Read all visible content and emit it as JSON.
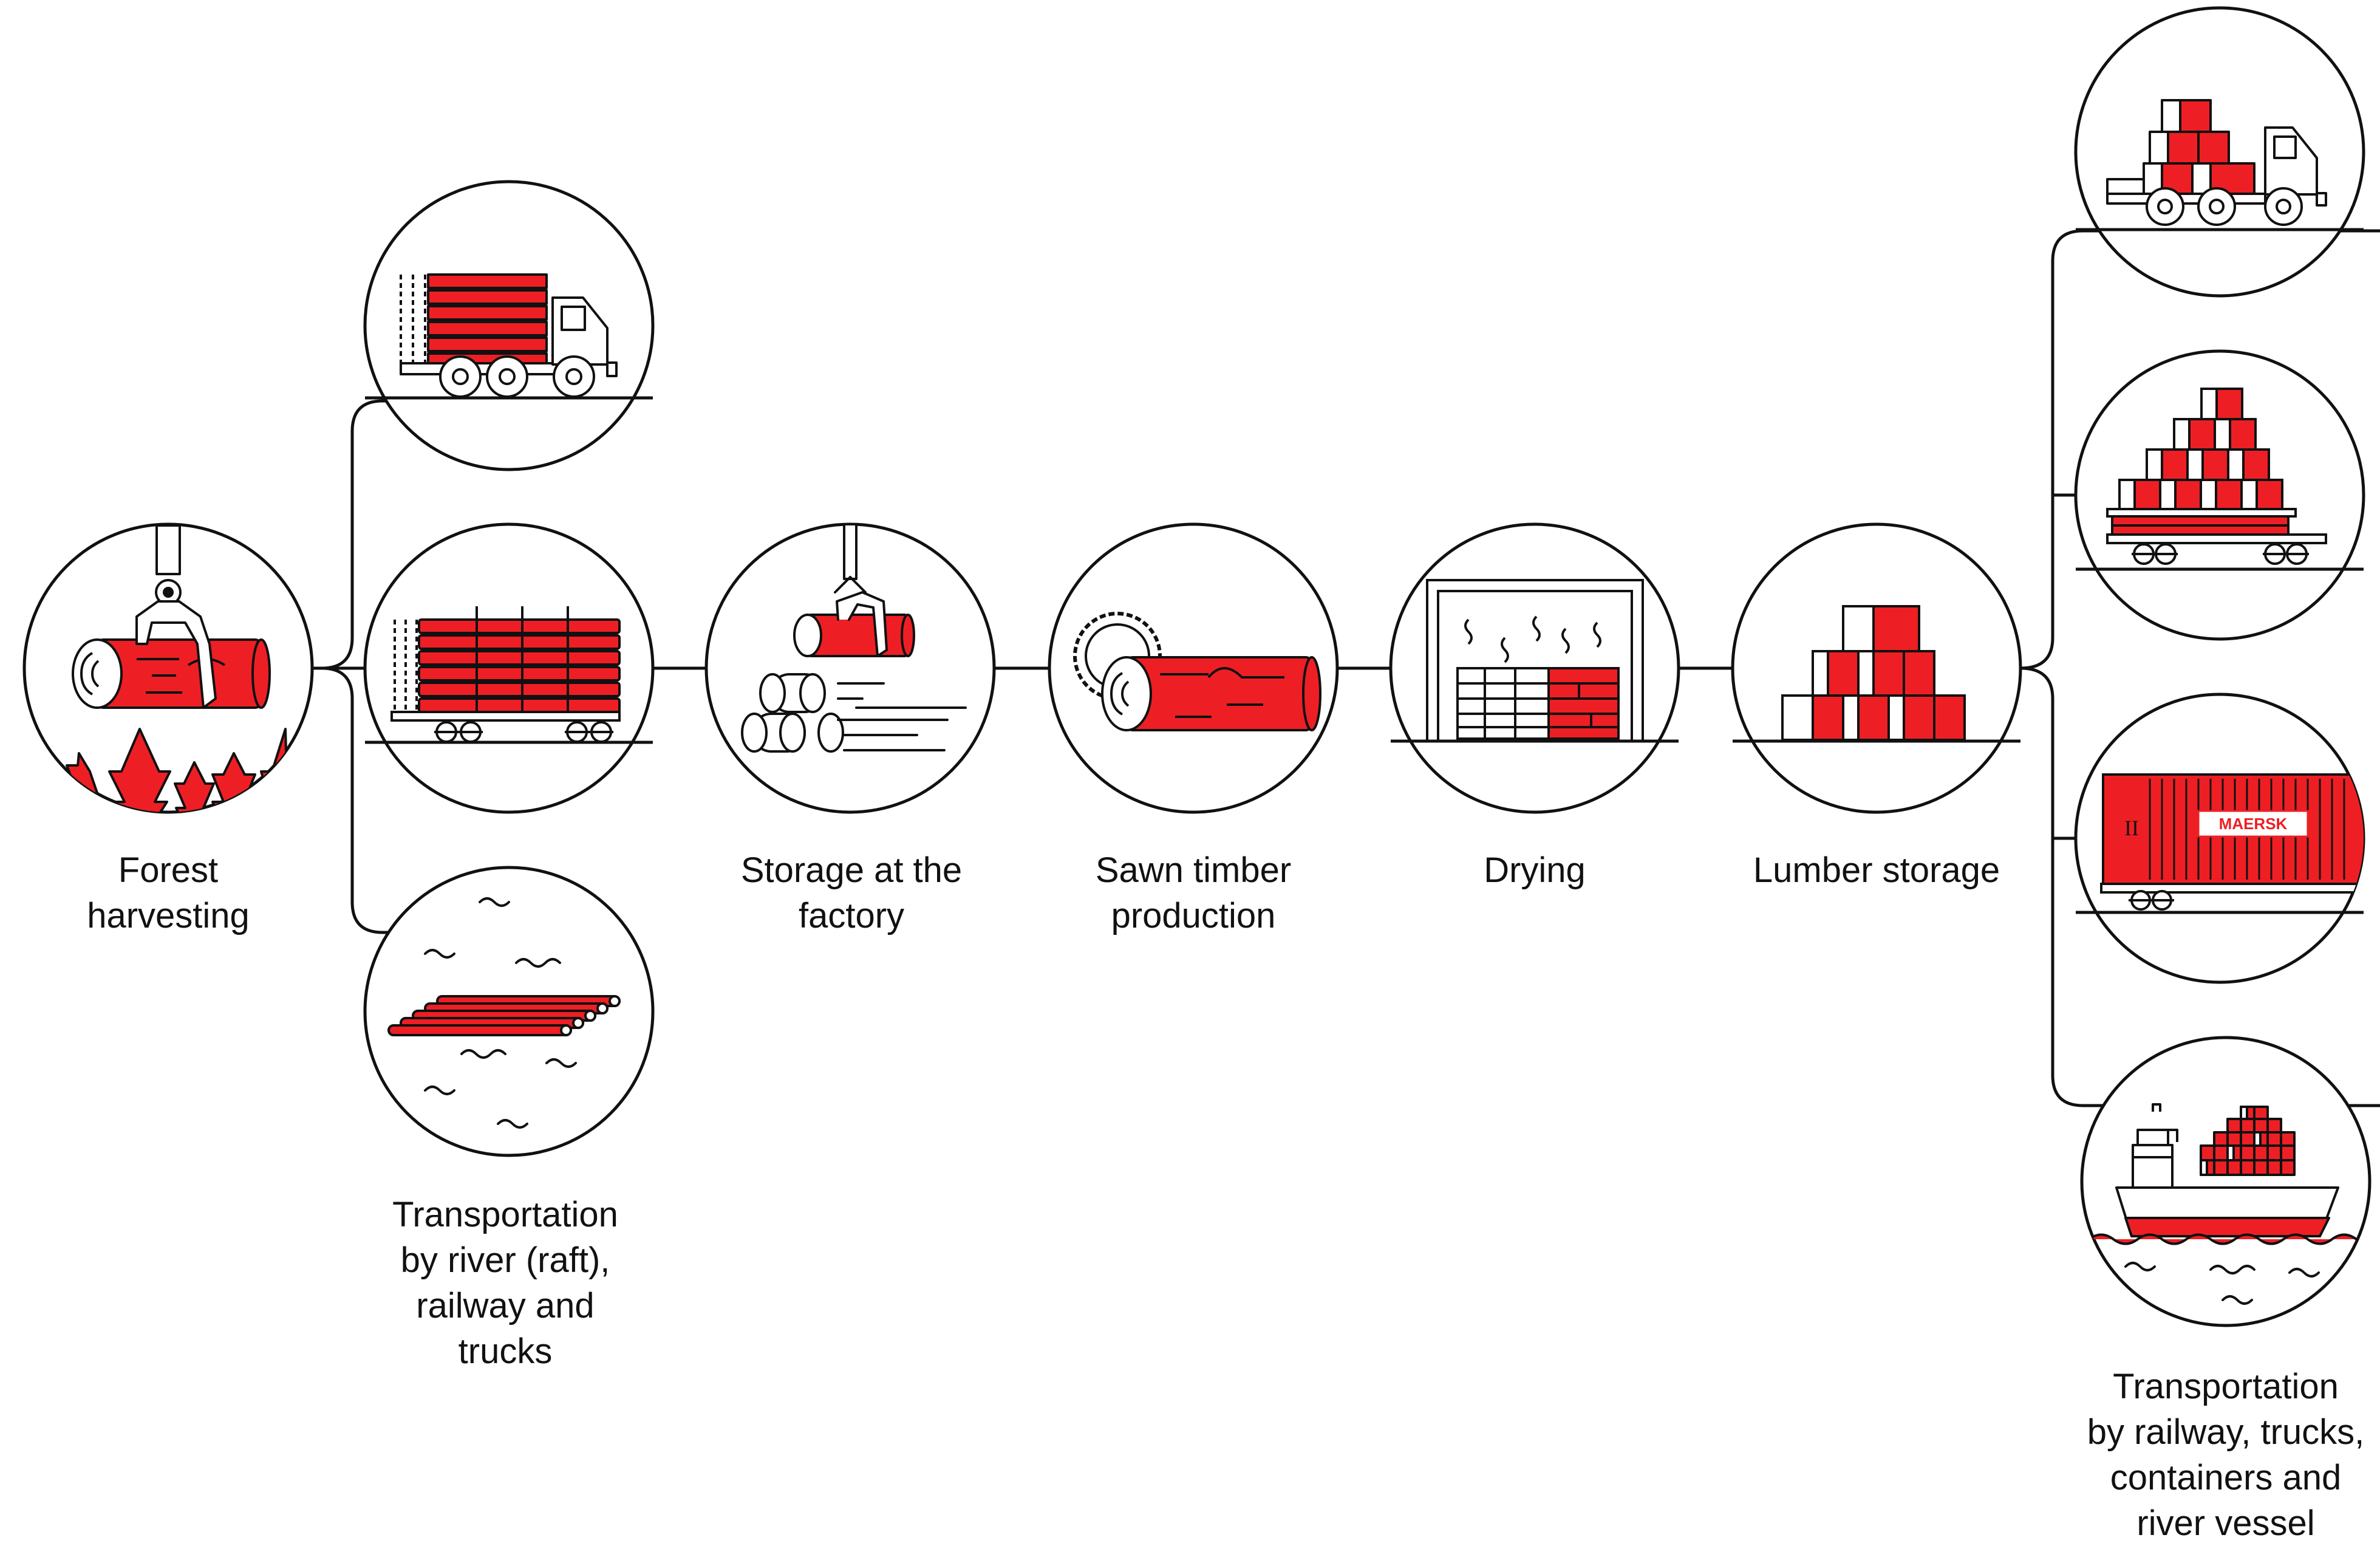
{
  "colors": {
    "accent": "#ee1f24",
    "stroke": "#111111",
    "background": "#ffffff"
  },
  "steps": [
    {
      "id": "forest",
      "lines": [
        "Forest",
        "harvesting"
      ],
      "icon": "log-grapple-forest-icon"
    },
    {
      "id": "transport_in",
      "lines": [
        "Transportation",
        "by river (raft),",
        "railway and",
        "trucks"
      ],
      "icons": [
        "logging-truck-icon",
        "log-railcar-icon",
        "river-raft-icon"
      ]
    },
    {
      "id": "storage_factory",
      "lines": [
        "Storage at the",
        "factory"
      ],
      "icon": "log-pile-crane-icon"
    },
    {
      "id": "sawn",
      "lines": [
        "Sawn timber",
        "production"
      ],
      "icon": "saw-log-icon"
    },
    {
      "id": "drying",
      "lines": [
        "Drying"
      ],
      "icon": "drying-kiln-icon"
    },
    {
      "id": "lumber_storage",
      "lines": [
        "Lumber storage"
      ],
      "icon": "lumber-stack-icon"
    },
    {
      "id": "transport_out",
      "lines": [
        "Transportation",
        "by railway, trucks,",
        "containers and",
        "river vessel"
      ],
      "icons": [
        "lumber-truck-icon",
        "lumber-railcar-icon",
        "container-railcar-icon",
        "cargo-ship-icon"
      ]
    }
  ],
  "container_brand": "MAERSK",
  "container_mark": "II"
}
